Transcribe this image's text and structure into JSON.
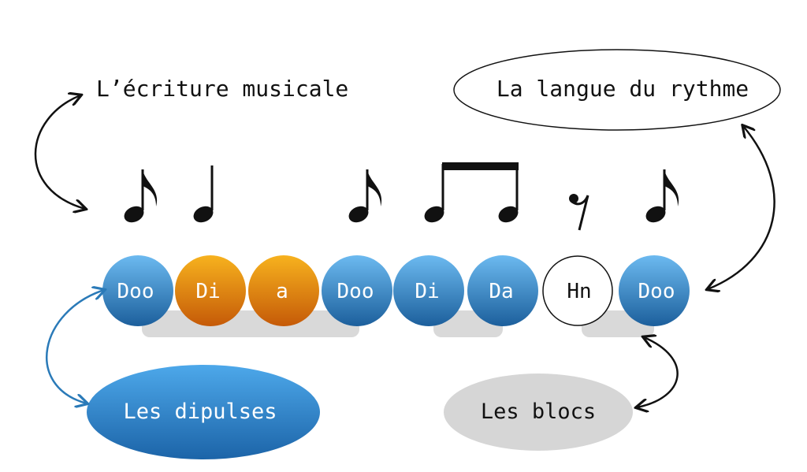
{
  "labels": {
    "notation": "L’écriture musicale",
    "rhythm_language": "La langue du rythme",
    "dipulses": "Les dipulses",
    "blocks": "Les blocs"
  },
  "syllables": [
    {
      "text": "Doo",
      "style": "blue"
    },
    {
      "text": "Di",
      "style": "orange"
    },
    {
      "text": "a",
      "style": "orange"
    },
    {
      "text": "Doo",
      "style": "blue"
    },
    {
      "text": "Di",
      "style": "blue"
    },
    {
      "text": "Da",
      "style": "blue"
    },
    {
      "text": "Hn",
      "style": "white"
    },
    {
      "text": "Doo",
      "style": "blue"
    }
  ],
  "notes": [
    "eighth-note",
    "quarter-note",
    "eighth-note",
    "beamed-eighth-pair",
    "eighth-rest",
    "eighth-note"
  ],
  "colors": {
    "blue_light": "#5aaee6",
    "blue_dark": "#1f6aa8",
    "orange_light": "#f6a623",
    "orange_dark": "#c8620a",
    "block_gray": "#d9d9d9",
    "arrow_blue": "#2a7ab8",
    "ink": "#111111"
  }
}
